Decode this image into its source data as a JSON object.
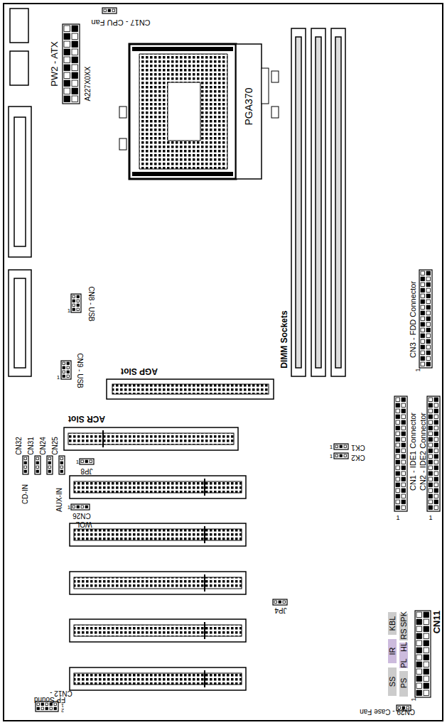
{
  "diagram": {
    "nodes": [
      {
        "text": [
          "PGA370"
        ]
      }
    ],
    "labels": [
      "CN17 - CPU Fan",
      "PW2 - ATX",
      "A227X0XX",
      "DIMM Sockets",
      "CN3 - FDD Connector",
      "1",
      "CN8 - USB",
      "1",
      "CN9 - USB",
      "1",
      "AGP Slot",
      "ACR Slot",
      "CN32",
      "CN31",
      "CN24",
      "CN25",
      "CD-IN",
      "AUX-IN",
      "JP8",
      "1",
      "CN26",
      "WOL",
      "1",
      "JP4",
      "CK1",
      "1",
      "CK2",
      "1",
      "CN1 - IDE1 Connector",
      "1",
      "CN2 - IDE2 Connector",
      "1",
      "CN11",
      "SS",
      "PS",
      "IR",
      "PL",
      "HL",
      "RS",
      "SPK",
      "KBL",
      "1",
      "CN29 - Case Fan",
      "CN12 -",
      "FP Sound",
      "1",
      "2"
    ]
  }
}
